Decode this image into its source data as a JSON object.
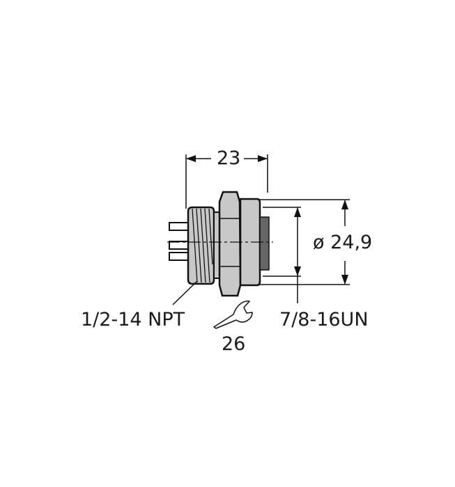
{
  "drawing": {
    "subject": "Panel mount connector receptacle dimensional drawing",
    "colors": {
      "line": "#111111",
      "body_fill": "#c8c8c8",
      "face_fill": "#666666",
      "background": "#ffffff"
    },
    "dimensions": {
      "length": {
        "value": "23"
      },
      "diameter": {
        "value": "ø 24,9"
      }
    },
    "callouts": {
      "rear_thread": "1/2-14 NPT",
      "front_thread": "7/8-16UN",
      "wrench_size": "26"
    },
    "icons": {
      "wrench": "wrench-icon"
    }
  }
}
